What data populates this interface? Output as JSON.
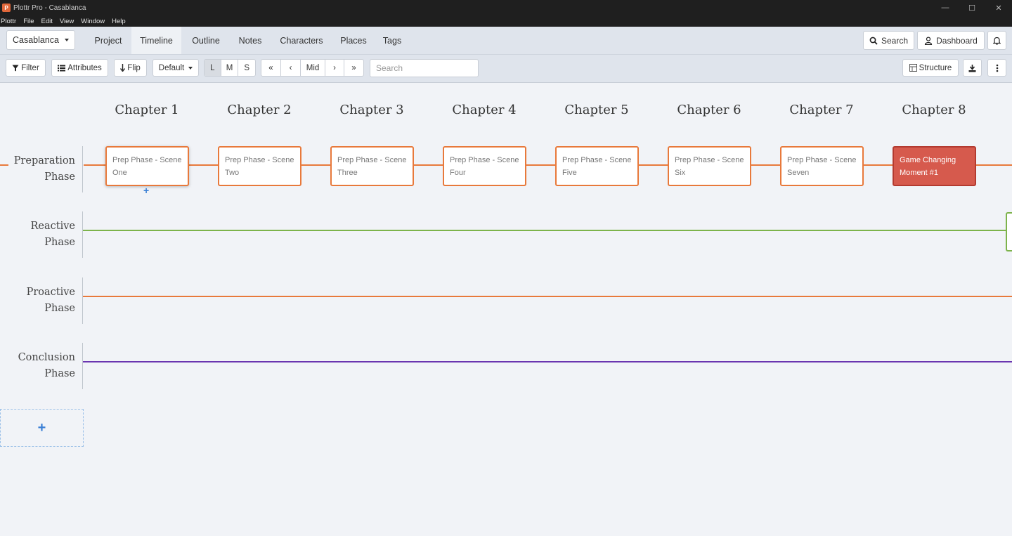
{
  "window": {
    "title": "Plottr Pro - Casablanca",
    "controls": [
      "—",
      "☐",
      "✕"
    ]
  },
  "menu": [
    "Plottr",
    "File",
    "Edit",
    "View",
    "Window",
    "Help"
  ],
  "nav": {
    "project_dropdown": "Casablanca",
    "tabs": [
      "Project",
      "Timeline",
      "Outline",
      "Notes",
      "Characters",
      "Places",
      "Tags"
    ],
    "active_tab": "Timeline",
    "search_label": "Search",
    "dashboard_label": "Dashboard"
  },
  "toolbar": {
    "filter_label": "Filter",
    "attributes_label": "Attributes",
    "flip_label": "Flip",
    "default_label": "Default",
    "sizes": [
      "L",
      "M",
      "S"
    ],
    "active_size": "L",
    "nav": [
      "«",
      "‹",
      "Mid",
      "›",
      "»"
    ],
    "search_placeholder": "Search",
    "structure_label": "Structure"
  },
  "timeline": {
    "chapters": [
      "Chapter 1",
      "Chapter 2",
      "Chapter 3",
      "Chapter 4",
      "Chapter 5",
      "Chapter 6",
      "Chapter 7",
      "Chapter 8"
    ],
    "lines": [
      {
        "label_1": "Preparation",
        "label_2": "Phase",
        "color": "#e8793b"
      },
      {
        "label_1": "Reactive",
        "label_2": "Phase",
        "color": "#7db34b"
      },
      {
        "label_1": "Proactive",
        "label_2": "Phase",
        "color": "#e8793b"
      },
      {
        "label_1": "Conclusion",
        "label_2": "Phase",
        "color": "#6a35b0"
      }
    ],
    "cards": [
      {
        "line1": "Prep Phase - Scene",
        "line2": "One"
      },
      {
        "line1": "Prep Phase - Scene",
        "line2": "Two"
      },
      {
        "line1": "Prep Phase - Scene",
        "line2": "Three"
      },
      {
        "line1": "Prep Phase - Scene",
        "line2": "Four"
      },
      {
        "line1": "Prep Phase - Scene",
        "line2": "Five"
      },
      {
        "line1": "Prep Phase - Scene",
        "line2": "Six"
      },
      {
        "line1": "Prep Phase - Scene",
        "line2": "Seven"
      },
      {
        "line1": "Game Changing",
        "line2": "Moment #1"
      }
    ],
    "add_scene_symbol": "+",
    "add_line_symbol": "+"
  }
}
